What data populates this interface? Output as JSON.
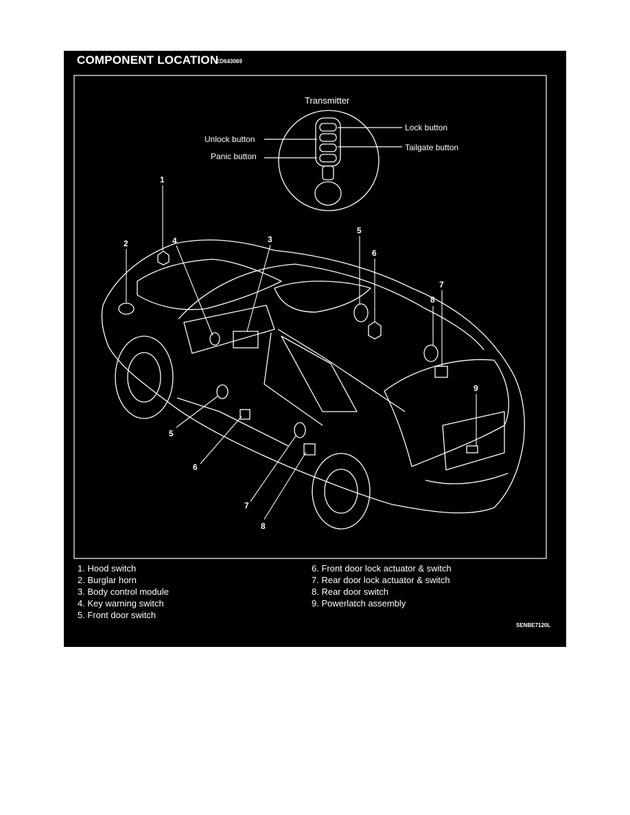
{
  "header": {
    "title": "COMPONENT LOCATION",
    "code": "ED643069"
  },
  "transmitter": {
    "title": "Transmitter",
    "left_labels": [
      "Unlock button",
      "Panic button"
    ],
    "right_labels": [
      "Lock button",
      "Tailgate button"
    ]
  },
  "callouts": [
    "1",
    "2",
    "3",
    "4",
    "5",
    "6",
    "7",
    "8",
    "5",
    "6",
    "7",
    "8",
    "9"
  ],
  "legend": {
    "left": [
      "1. Hood switch",
      "2. Burglar horn",
      "3. Body control module",
      "4. Key warning switch",
      "5. Front door switch"
    ],
    "right": [
      "6. Front door lock actuator & switch",
      "7. Rear door lock actuator & switch",
      "8. Rear door switch",
      "9. Powerlatch assembly"
    ]
  },
  "figure_code": "SENBE7120L"
}
